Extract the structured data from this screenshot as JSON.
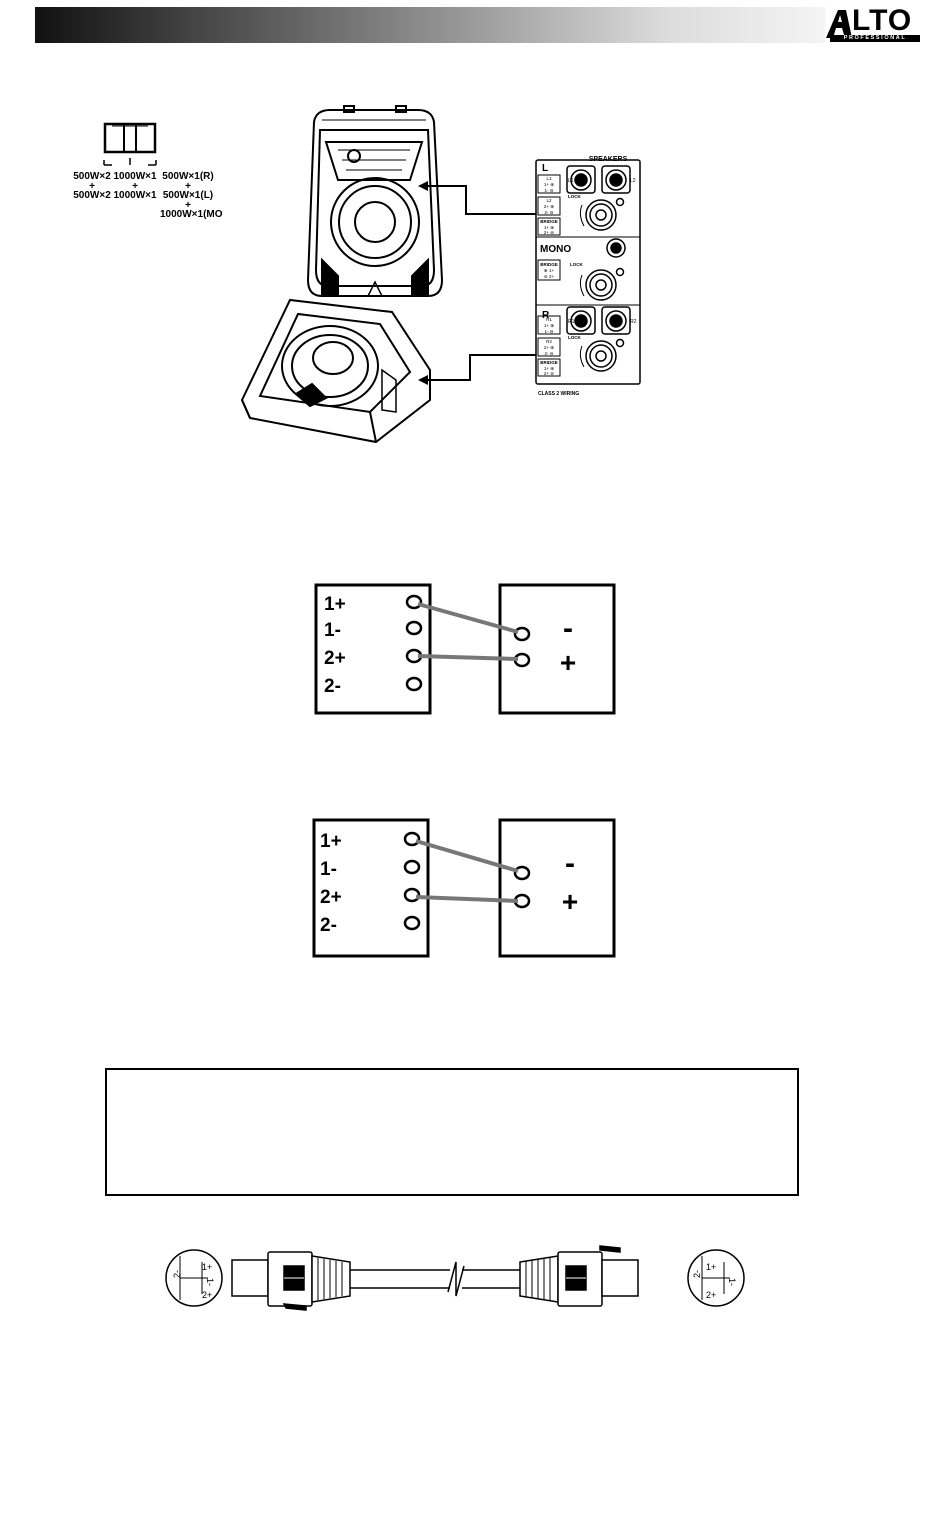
{
  "header": {
    "logo_text": "LTO",
    "logo_subtext": "PROFESSIONAL"
  },
  "mode_switch": {
    "col1": [
      "500W×2",
      "+",
      "500W×2"
    ],
    "col2": [
      "1000W×1",
      "+",
      "1000W×1"
    ],
    "col3": [
      "500W×1(R)",
      "+",
      "500W×1(L)",
      "+",
      "1000W×1(MO"
    ]
  },
  "amp_panel": {
    "title": "SPEAKERS",
    "l_label": "L",
    "mono_label": "MONO",
    "r_label": "R",
    "lock_label": "LOCK",
    "footer": "CLASS 2 WIRING",
    "l1": "L1",
    "l2": "L2",
    "r1": "R1",
    "r2": "R2",
    "switch_l1": [
      "L1",
      "1+ ⊕",
      "1- ⊖"
    ],
    "switch_l2": [
      "L2",
      "2+ ⊕",
      "2- ⊖"
    ],
    "switch_bridge": [
      "BRIDGE",
      "1+ ⊕",
      "2+ ⊖"
    ],
    "switch_mono": [
      "BRIDGE",
      "⊕ 1+",
      "⊖ 2+"
    ],
    "switch_r1": [
      "R1",
      "1+ ⊕",
      "1- ⊖"
    ],
    "switch_r2": [
      "R2",
      "2+ ⊕",
      "2- ⊖"
    ],
    "switch_rbridge": [
      "BRIDGE",
      "1+ ⊕",
      "2+ ⊖"
    ]
  },
  "wiring_diagram_1": {
    "pins": [
      "1+",
      "1-",
      "2+",
      "2-"
    ],
    "minus": "-",
    "plus": "+"
  },
  "wiring_diagram_2": {
    "pins": [
      "1+",
      "1-",
      "2+",
      "2-"
    ],
    "minus": "-",
    "plus": "+"
  },
  "cable": {
    "pins_left": [
      "1+",
      "1-",
      "2+",
      "2-"
    ],
    "pins_right": [
      "1+",
      "1-",
      "2+",
      "2-"
    ]
  },
  "colors": {
    "wire": "#777777",
    "ink": "#000000"
  }
}
